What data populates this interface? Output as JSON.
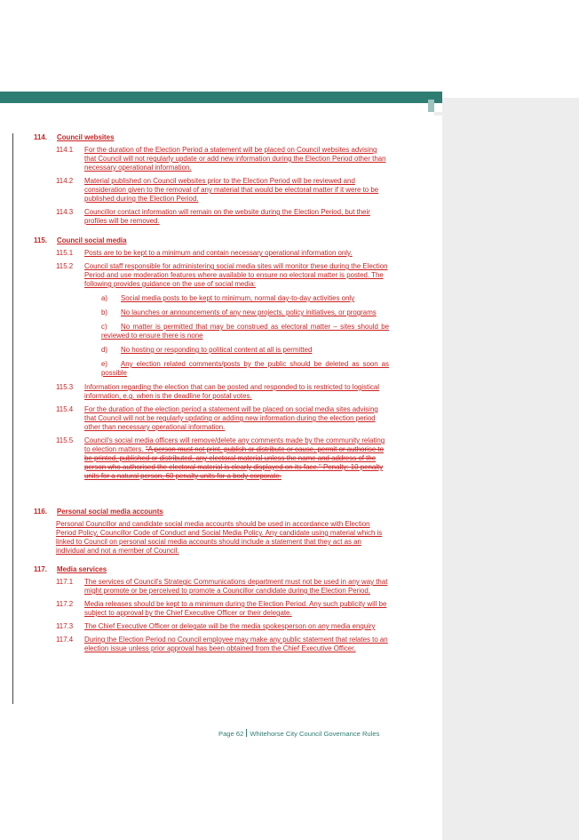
{
  "s114": {
    "num": "114.",
    "title": "Council websites",
    "items": [
      {
        "num": "114.1",
        "text": "For the duration of the Election Period a statement will be placed on Council websites advising that Council will not regularly update or add new information during the Election Period other than necessary operational information."
      },
      {
        "num": "114.2",
        "text": "Material published on Council websites prior to the Election Period will be reviewed and consideration given to the removal of any material that would be electoral matter if it were to be published during the Election Period."
      },
      {
        "num": "114.3",
        "text": "Councillor contact information will remain on the website during the Election Period, but their profiles will be removed."
      }
    ]
  },
  "s115": {
    "num": "115.",
    "title": "Council social media",
    "item1": {
      "num": "115.1",
      "text": "Posts are to be kept to a minimum and contain necessary operational information only."
    },
    "item2": {
      "num": "115.2",
      "text": "Council staff responsible for administering social media sites will monitor these during the Election Period and use moderation features where available to ensure no electoral matter is posted. The following provides guidance on the use of social media:"
    },
    "subs": [
      {
        "lbl": "a)",
        "text": "Social media posts to be kept to minimum, normal day-to-day activities only"
      },
      {
        "lbl": "b)",
        "text": "No launches or announcements of any new projects, policy initiatives, or programs"
      },
      {
        "lbl": "c)",
        "text": "No matter is permitted that may be construed as electoral matter – sites should be reviewed to ensure there is none"
      },
      {
        "lbl": "d)",
        "text": "No hosting or responding to political content at all is permitted"
      },
      {
        "lbl": "e)",
        "text": "Any election related comments/posts by the public should be deleted as soon as possible"
      }
    ],
    "item3": {
      "num": "115.3",
      "text": "Information regarding the election that can be posted and responded to is restricted to logistical information, e.g. when is the deadline for postal votes."
    },
    "item4": {
      "num": "115.4",
      "text": "For the duration of the election period a statement will be placed on social media sites advising that Council will not be regularly updating or adding new information during the election period other than necessary operational information."
    },
    "item5": {
      "num": "115.5",
      "text": "Council's social media officers will remove/delete any comments made by the community relating to election matters. ",
      "struck": "\"A person must not print, publish or distribute or cause, permit or authorise to be printed, published or distributed, any electoral material unless the name and address of the person who authorised the electoral material is clearly displayed on its face.\" Penalty: 10 penalty units for a natural person, 60 penalty units for a body corporate."
    }
  },
  "s116": {
    "num": "116.",
    "title": "Personal social media accounts",
    "text": "Personal Councillor and candidate social media accounts should be used in accordance with Election Period Policy, Councillor Code of Conduct and Social Media Policy. Any candidate using material which is linked to Council on personal social media accounts should include a statement that they act as an individual and not a member of Council."
  },
  "s117": {
    "num": "117.",
    "title": "Media services",
    "items": [
      {
        "num": "117.1",
        "text": "The services of Council's Strategic Communications department must not be used in any way that might promote or be perceived to promote a Councillor candidate during the Election Period."
      },
      {
        "num": "117.2",
        "text": "Media releases should be kept to a minimum during the Election Period. Any such publicity will be subject to approval by the Chief Executive Officer or their delegate."
      },
      {
        "num": "117.3",
        "text": "The Chief Executive Officer or delegate will be the media spokesperson on any media enquiry"
      },
      {
        "num": "117.4",
        "text": "During the Election Period no Council employee may make any public statement that relates to an election issue unless prior approval has been obtained from the Chief Executive Officer."
      }
    ]
  },
  "footer": {
    "page_label": "Page",
    "page_number": "62",
    "doc_title": "Whitehorse City Council Governance Rules"
  },
  "colors": {
    "accent": "#2e7d73",
    "tracked_change": "#cc1f1f",
    "comment_pane": "#ededed"
  }
}
